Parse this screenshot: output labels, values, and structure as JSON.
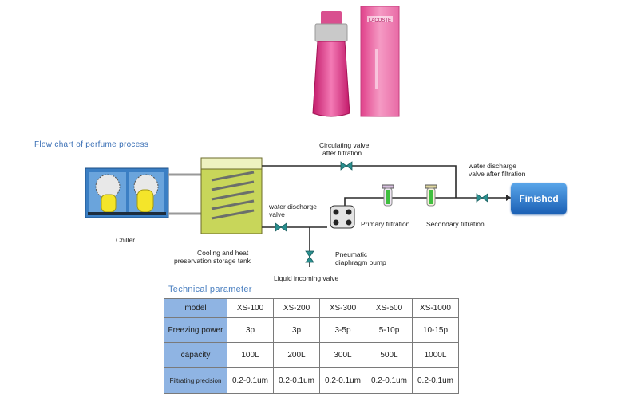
{
  "flow_title": "Flow chart of perfume process",
  "tech_title": "Technical parameter",
  "finished_label": "Finished",
  "labels": {
    "chiller": "Chiller",
    "tank_line1": "Cooling and heat",
    "tank_line2": "preservation storage tank",
    "circ_line1": "Circulating valve",
    "circ_line2": "after filtration",
    "wd_line1": "water discharge",
    "wd_line2": "valve",
    "wdf_line1": "water discharge",
    "wdf_line2": "valve after filtration",
    "primary": "Primary filtration",
    "secondary": "Secondary filtration",
    "pump_line1": "Pneumatic",
    "pump_line2": "diaphragm pump",
    "liquid_valve": "Liquid incoming valve"
  },
  "product": {
    "brand": "LACOSTE"
  },
  "table": {
    "rows": [
      {
        "label": "model",
        "values": [
          "XS-100",
          "XS-200",
          "XS-300",
          "XS-500",
          "XS-1000"
        ]
      },
      {
        "label": "Freezing power",
        "values": [
          "3p",
          "3p",
          "3-5p",
          "5-10p",
          "10-15p"
        ]
      },
      {
        "label": "capacity",
        "values": [
          "100L",
          "200L",
          "300L",
          "500L",
          "1000L"
        ]
      },
      {
        "label": "Filtrating precision",
        "values": [
          "0.2-0.1um",
          "0.2-0.1um",
          "0.2-0.1um",
          "0.2-0.1um",
          "0.2-0.1um"
        ]
      }
    ]
  },
  "colors": {
    "header_blue": "#8fb4e3",
    "title_blue": "#3a6fb5",
    "pipe": "#2a2a2a",
    "valve": "#2a8f8f",
    "tank_fill": "#c8d65a",
    "chiller_blue": "#3b7fc4"
  }
}
